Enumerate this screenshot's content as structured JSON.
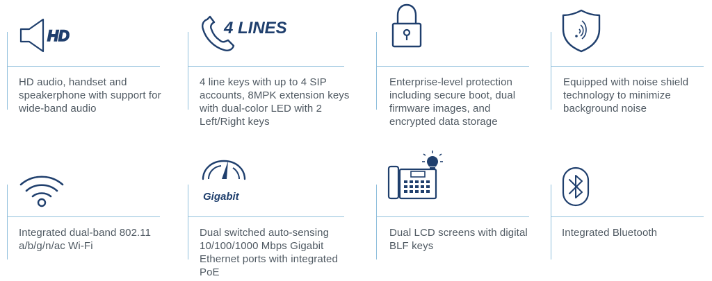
{
  "features": [
    {
      "icon": "hd-audio-icon",
      "text": "HD audio, handset and speakerphone with support for wide-band audio",
      "icon_label": "HD"
    },
    {
      "icon": "phone-icon",
      "text": "4 line keys with up to 4 SIP accounts, 8MPK extension keys with dual-color LED with 2 Left/Right keys",
      "icon_label": "4 LINES"
    },
    {
      "icon": "padlock-icon",
      "text": "Enterprise-level protection including secure boot, dual firmware images, and encrypted data storage"
    },
    {
      "icon": "noise-shield-icon",
      "text": "Equipped with noise shield technology to minimize background noise"
    },
    {
      "icon": "wifi-icon",
      "text": "Integrated dual-band 802.11 a/b/g/n/ac Wi-Fi"
    },
    {
      "icon": "speedometer-icon",
      "text": "Dual switched auto-sensing 10/100/1000 Mbps Gigabit Ethernet ports with integrated PoE",
      "icon_label": "Gigabit"
    },
    {
      "icon": "desk-phone-icon",
      "text": "Dual LCD screens with digital BLF keys"
    },
    {
      "icon": "bluetooth-icon",
      "text": "Integrated Bluetooth"
    }
  ],
  "colors": {
    "icon": "#1f3f6d",
    "divider": "#8fbfdc",
    "text": "#4f5962"
  }
}
